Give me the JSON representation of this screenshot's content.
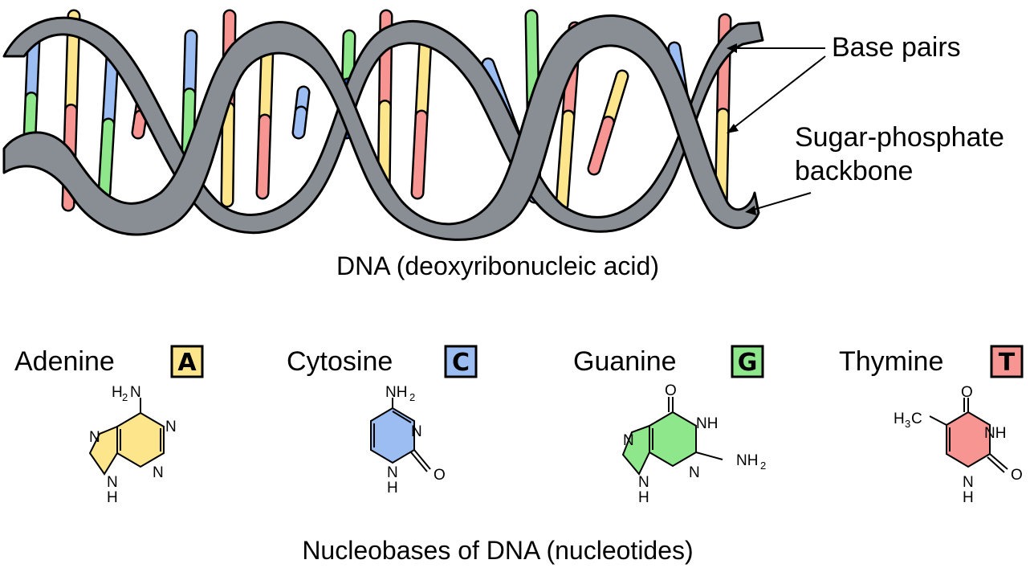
{
  "diagram": {
    "callouts": {
      "base_pairs": "Base pairs",
      "backbone_line1": "Sugar-phosphate",
      "backbone_line2": "backbone"
    },
    "dna_caption": "DNA (deoxyribonucleic acid)",
    "bases_caption": "Nucleobases of DNA (nucleotides)",
    "colors": {
      "backbone": "#888e93",
      "adenine": "#fde58c",
      "cytosine": "#9cbdf2",
      "guanine": "#8ee88b",
      "thymine": "#f79593",
      "dark_blue": "#1f6fd6"
    },
    "nucleobases": [
      {
        "name": "Adenine",
        "letter": "A",
        "color": "#fde58c"
      },
      {
        "name": "Cytosine",
        "letter": "C",
        "color": "#9cbdf2"
      },
      {
        "name": "Guanine",
        "letter": "G",
        "color": "#8ee88b"
      },
      {
        "name": "Thymine",
        "letter": "T",
        "color": "#f79593"
      }
    ],
    "structure_labels": {
      "adenine": {
        "amino": "H",
        "amino_sub": "2",
        "amino_n": "N",
        "ring_n1": "N",
        "ring_n2": "N",
        "ring_n3": "N",
        "ring_nh": "N",
        "ring_h": "H"
      },
      "cytosine": {
        "amino_n": "NH",
        "amino_sub": "2",
        "ring_n": "N",
        "ring_nh": "N",
        "ring_h": "H",
        "oxygen": "O"
      },
      "guanine": {
        "oxygen": "O",
        "ring_nh": "NH",
        "ring_n1": "N",
        "ring_n2": "N",
        "amino_n": "NH",
        "amino_sub": "2",
        "ring_nh2": "N",
        "ring_h": "H"
      },
      "thymine": {
        "oxygen_top": "O",
        "methyl": "H",
        "methyl_sub": "3",
        "methyl_c": "C",
        "ring_nh": "NH",
        "oxygen_right": "O",
        "ring_n": "N",
        "ring_h": "H"
      }
    }
  }
}
